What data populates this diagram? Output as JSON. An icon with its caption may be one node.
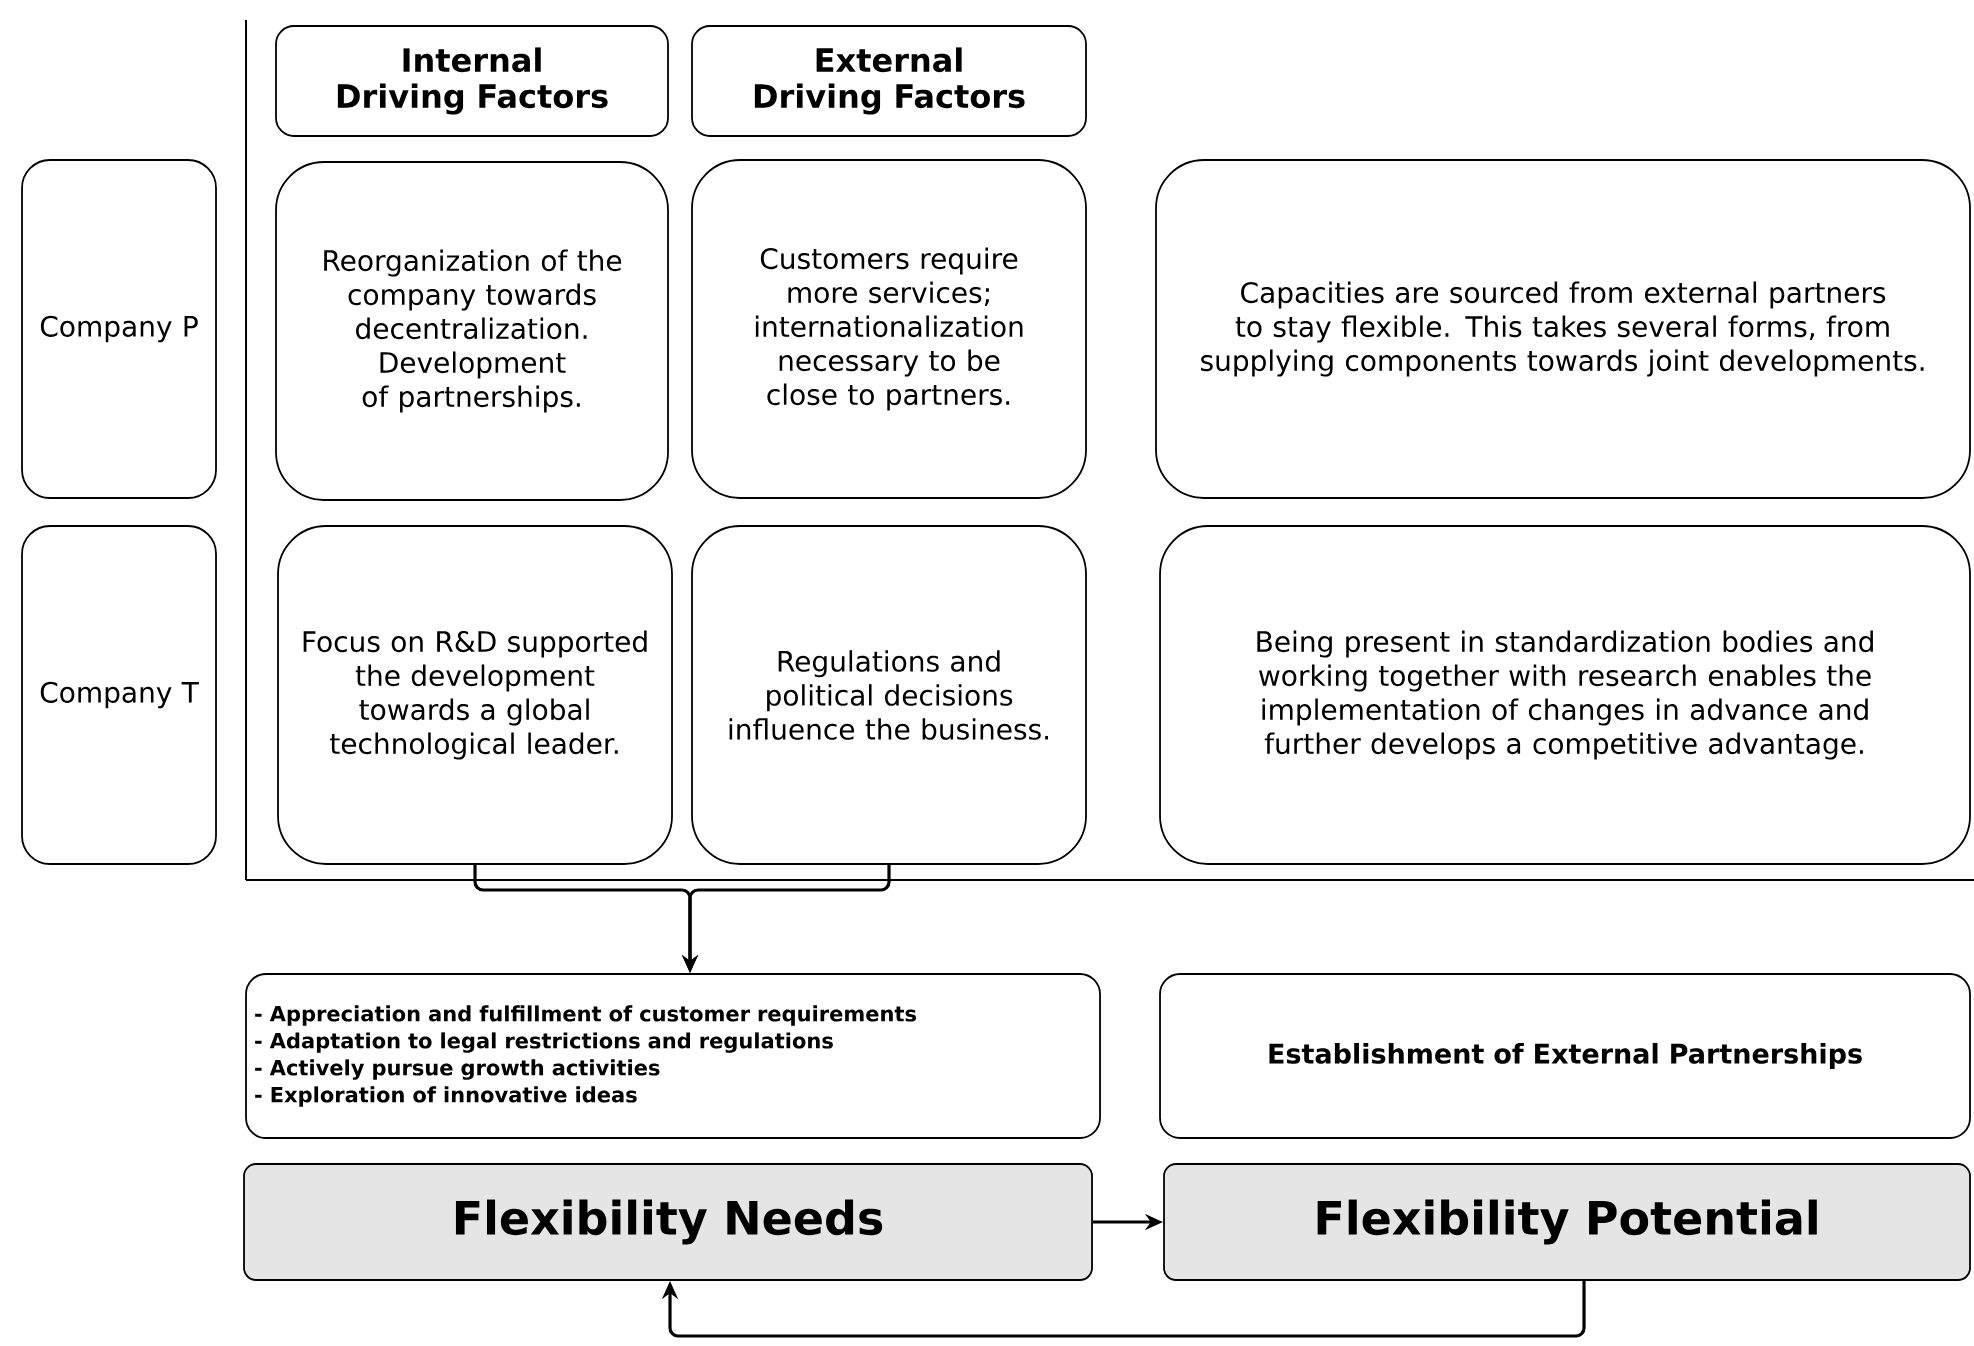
{
  "diagram": {
    "nodes": [
      {
        "text": [
          "Internal Driving Factors"
        ]
      },
      {
        "text": [
          "External Driving Factors"
        ]
      },
      {
        "text": [
          "Company P"
        ]
      },
      {
        "text": [
          "Company T"
        ]
      },
      {
        "text": [
          "Reorganization of the company towards decentralization. Development of partnerships."
        ]
      },
      {
        "text": [
          "Customers require more services; internationalization necessary to be close to partners."
        ]
      },
      {
        "text": [
          "Capacities are sourced from external partners to stay flexible. This takes several forms, from supplying components towards joint developments."
        ]
      },
      {
        "text": [
          "Focus on R&D supported the development towards a global technological leader."
        ]
      },
      {
        "text": [
          "Regulations and political decisions influence the business."
        ]
      },
      {
        "text": [
          "Being present in standardization bodies and working together with research enables the implementation of changes in advance and further develops a competitive advantage."
        ]
      },
      {
        "text": [
          "- Appreciation and fulfillment of customer requirements",
          "- Adaptation to legal restrictions and regulations",
          "- Actively pursue growth activities",
          "- Exploration of innovative ideas"
        ]
      },
      {
        "text": [
          "Establishment of External Partnerships"
        ]
      },
      {
        "text": [
          "Flexibility Needs"
        ]
      },
      {
        "text": [
          "Flexibility Potential"
        ]
      }
    ],
    "edges": [
      {
        "from": 7,
        "to": 10,
        "arrow": "to"
      },
      {
        "from": 8,
        "to": 10,
        "arrow": "to"
      },
      {
        "from": 12,
        "to": 13,
        "arrow": "to"
      },
      {
        "from": 13,
        "to": 12,
        "arrow": "to"
      }
    ]
  }
}
